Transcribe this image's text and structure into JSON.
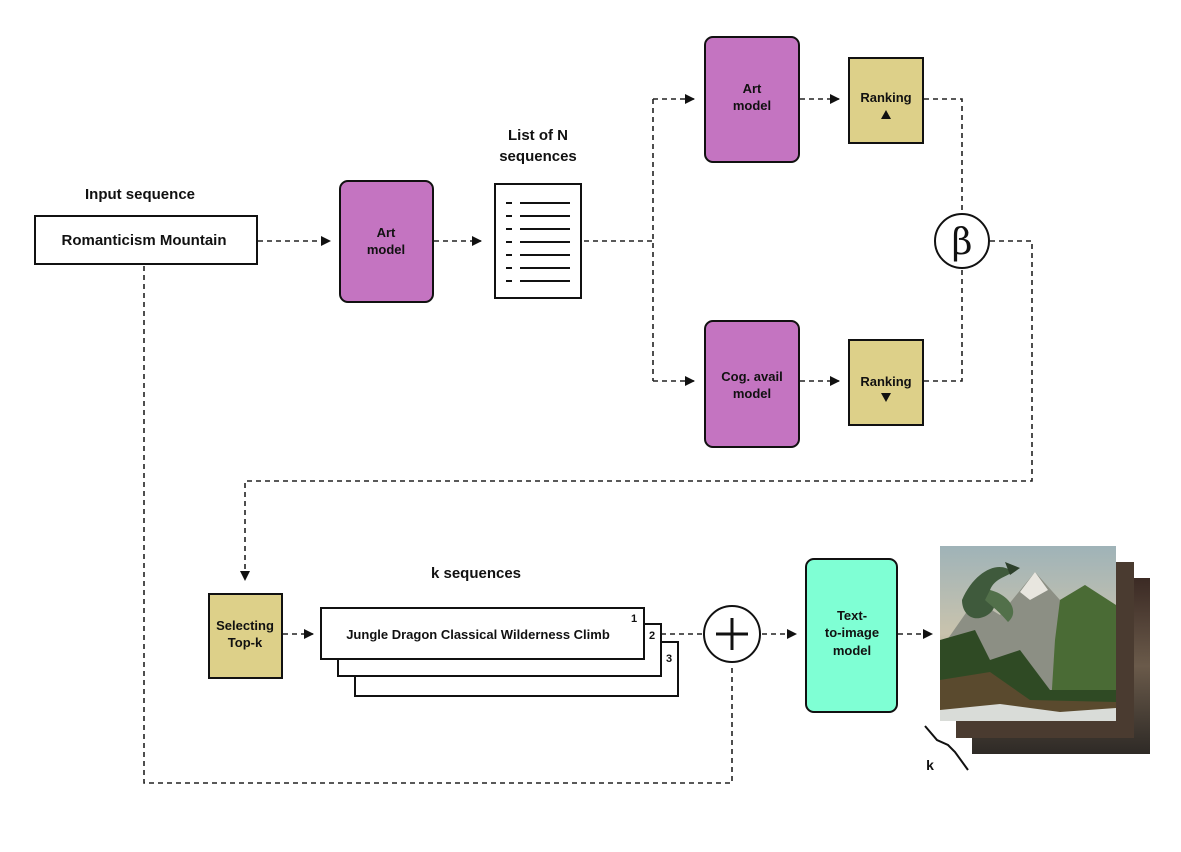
{
  "input": {
    "title": "Input sequence",
    "text": "Romanticism Mountain"
  },
  "art_model_main": {
    "line1": "Art",
    "line2": "model"
  },
  "list": {
    "title_line1": "List of N",
    "title_line2": "sequences"
  },
  "art_model_top": {
    "line1": "Art",
    "line2": "model"
  },
  "cog_model": {
    "line1": "Cog. avail",
    "line2": "model"
  },
  "ranking_top": {
    "label": "Ranking",
    "arrow": "up-triangle-icon"
  },
  "ranking_bottom": {
    "label": "Ranking",
    "arrow": "down-triangle-icon"
  },
  "beta": {
    "symbol": "β"
  },
  "select": {
    "line1": "Selecting",
    "line2": "Top-k"
  },
  "k_sequences": {
    "title": "k sequences",
    "first": "Jungle Dragon Classical Wilderness Climb",
    "numbers": [
      "1",
      "2",
      "3"
    ]
  },
  "plus": {
    "symbol": "+"
  },
  "t2i": {
    "line1": "Text-",
    "line2": "to-image",
    "line3": "model"
  },
  "images": {
    "k_label": "k"
  },
  "colors": {
    "art_model": "#c474c1",
    "ranking": "#ddd089",
    "selecting": "#ddd089",
    "t2i": "#7fffd4"
  }
}
